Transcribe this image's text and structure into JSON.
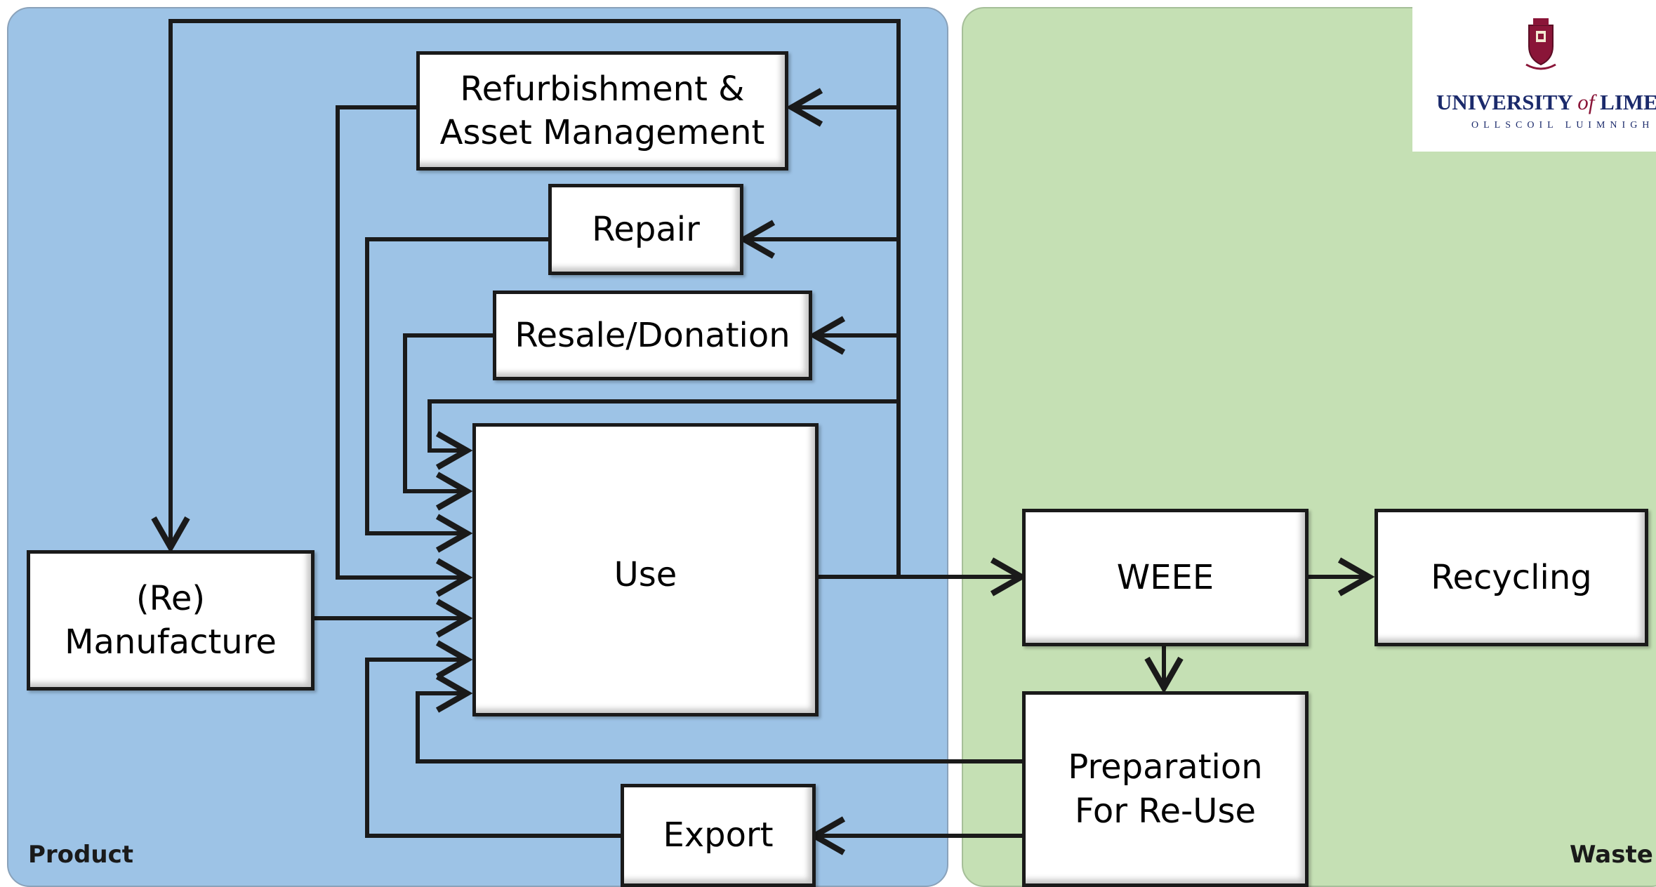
{
  "panels": {
    "product_label": "Product",
    "waste_label": "Waste"
  },
  "boxes": {
    "refurbishment": "Refurbishment &\nAsset Management",
    "repair": "Repair",
    "resale": "Resale/Donation",
    "use": "Use",
    "manufacture": "(Re)\nManufacture",
    "weee": "WEEE",
    "recycling": "Recycling",
    "preparation": "Preparation\nFor Re-Use",
    "export": "Export"
  },
  "logo": {
    "line1_a": "UNIVERSITY ",
    "line1_of": "of",
    "line1_b": " LIMERICK",
    "line2": "OLLSCOIL LUIMNIGH"
  },
  "colors": {
    "product_panel": "#9dc3e6",
    "waste_panel": "#c5e0b4",
    "line": "#1a1a1a",
    "logo_navy": "#1b2a6b",
    "logo_maroon": "#8a1538"
  }
}
